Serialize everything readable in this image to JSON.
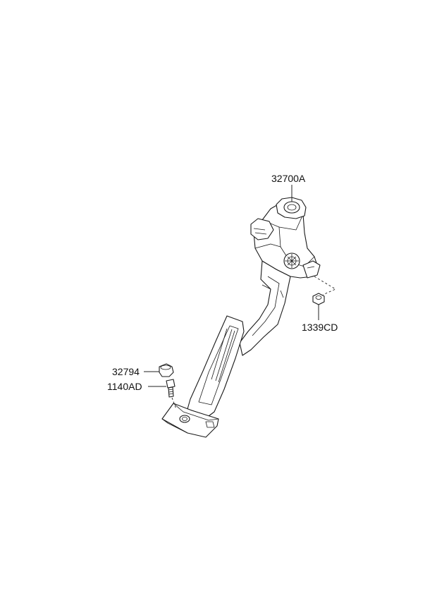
{
  "parts": [
    {
      "id": "accelerator-pedal-assembly",
      "number": "32700A"
    },
    {
      "id": "nut",
      "number": "1339CD"
    },
    {
      "id": "stopper",
      "number": "32794"
    },
    {
      "id": "bolt",
      "number": "1140AD"
    }
  ]
}
